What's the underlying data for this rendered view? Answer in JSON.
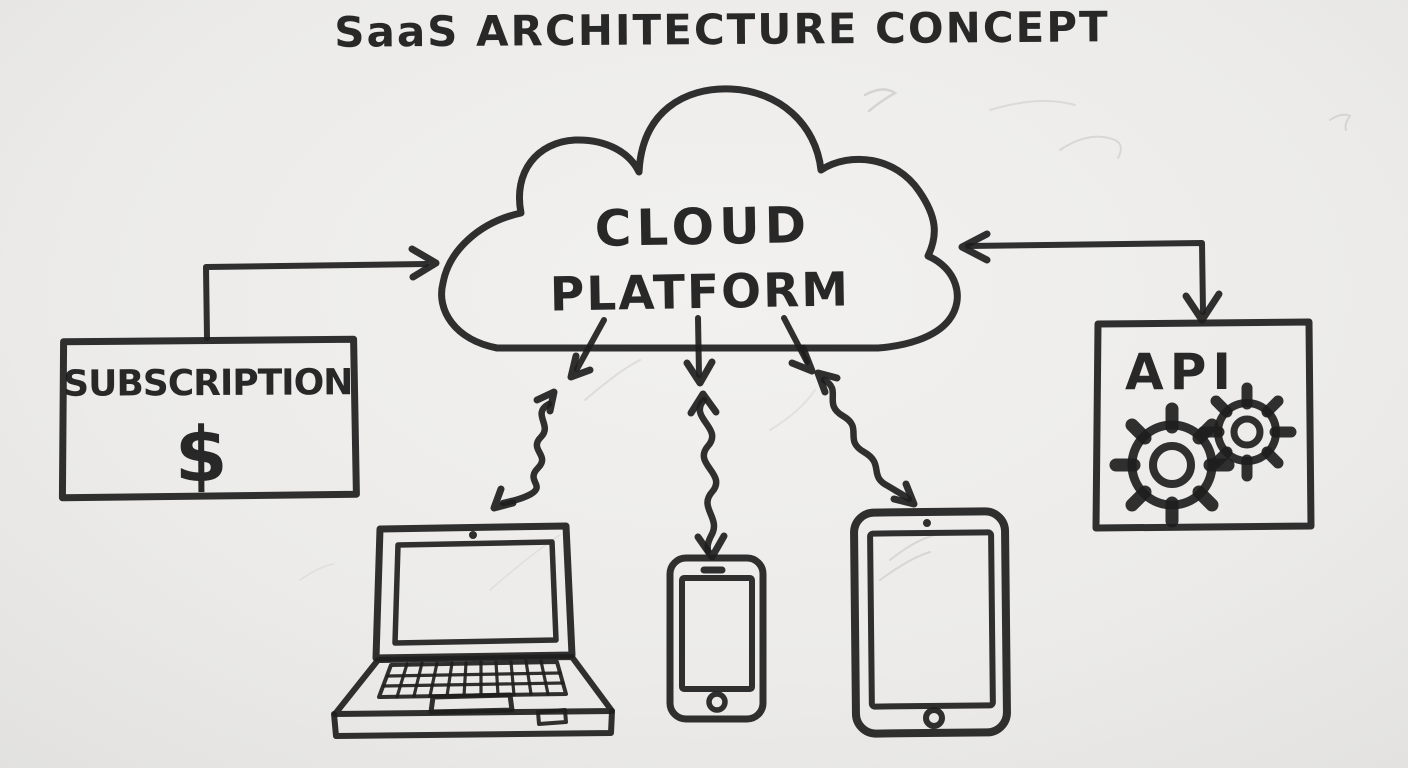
{
  "title": "SaaS ARCHITECTURE CONCEPT",
  "nodes": {
    "cloud": {
      "label_line1": "CLOUD",
      "label_line2": "PLATFORM"
    },
    "subscription": {
      "label": "SUBSCRIPTION",
      "currency_symbol": "$"
    },
    "api": {
      "label": "API",
      "icon": "gears-icon"
    }
  },
  "devices": [
    {
      "name": "laptop"
    },
    {
      "name": "smartphone"
    },
    {
      "name": "tablet"
    }
  ],
  "connections": [
    {
      "from": "subscription",
      "to": "cloud-platform",
      "style": "solid-elbow",
      "arrows": "single"
    },
    {
      "from": "cloud-platform",
      "to": "api",
      "style": "solid-elbow",
      "arrows": "double"
    },
    {
      "from": "cloud-platform",
      "to": "laptop",
      "style": "wavy",
      "arrows": "double"
    },
    {
      "from": "cloud-platform",
      "to": "smartphone",
      "style": "wavy",
      "arrows": "double"
    },
    {
      "from": "cloud-platform",
      "to": "tablet",
      "style": "wavy",
      "arrows": "double"
    }
  ],
  "colors": {
    "marker_ink": "#1e1e1e",
    "whiteboard_light": "#f2f1ef",
    "whiteboard_dark": "#e0dfdd"
  }
}
